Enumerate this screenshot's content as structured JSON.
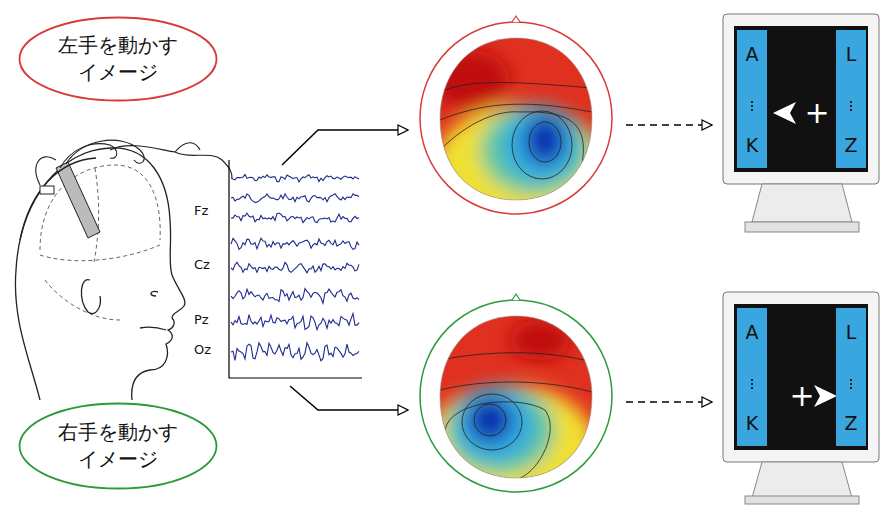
{
  "diagram": {
    "nodes": [
      {
        "text": [
          "左手を動かす イメージ"
        ]
      },
      {
        "text": [
          "A",
          "K"
        ]
      },
      {
        "text": [
          "L",
          "Z"
        ]
      },
      {
        "text": [
          "A",
          "K"
        ]
      },
      {
        "text": [
          "L",
          "Z"
        ]
      },
      {
        "text": [
          "右手を動かす イメージ"
        ]
      }
    ],
    "labels": [
      "Fz",
      "Cz",
      "Pz",
      "Oz",
      "+",
      "+"
    ]
  }
}
